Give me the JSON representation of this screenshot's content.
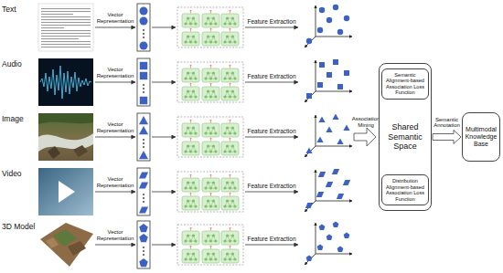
{
  "diagram": {
    "nodes": [
      {
        "text": [
          "Shared Semantic Space"
        ]
      },
      {
        "text": [
          "Semantic Alignment-based Association Loss Function"
        ],
        "in": 0
      },
      {
        "text": [
          "Distribution Alignment-based Association Loss Function"
        ],
        "in": 0
      },
      {
        "text": [
          "Multimodal Knowledge Base"
        ]
      }
    ],
    "edges": [
      {
        "from": 0,
        "to": 3,
        "arrow": "to",
        "label": "Semantic Annotation"
      }
    ],
    "labels": [
      "Text",
      "Vector Representation",
      "Feature Extraction",
      "Audio",
      "Vector Representation",
      "Feature Extraction",
      "Image",
      "Vector Representation",
      "Feature Extraction",
      "Video",
      "Vector Representation",
      "Feature Extraction",
      "3D Model",
      "Vector Representation",
      "Feature Extraction",
      "Association Mining"
    ]
  }
}
